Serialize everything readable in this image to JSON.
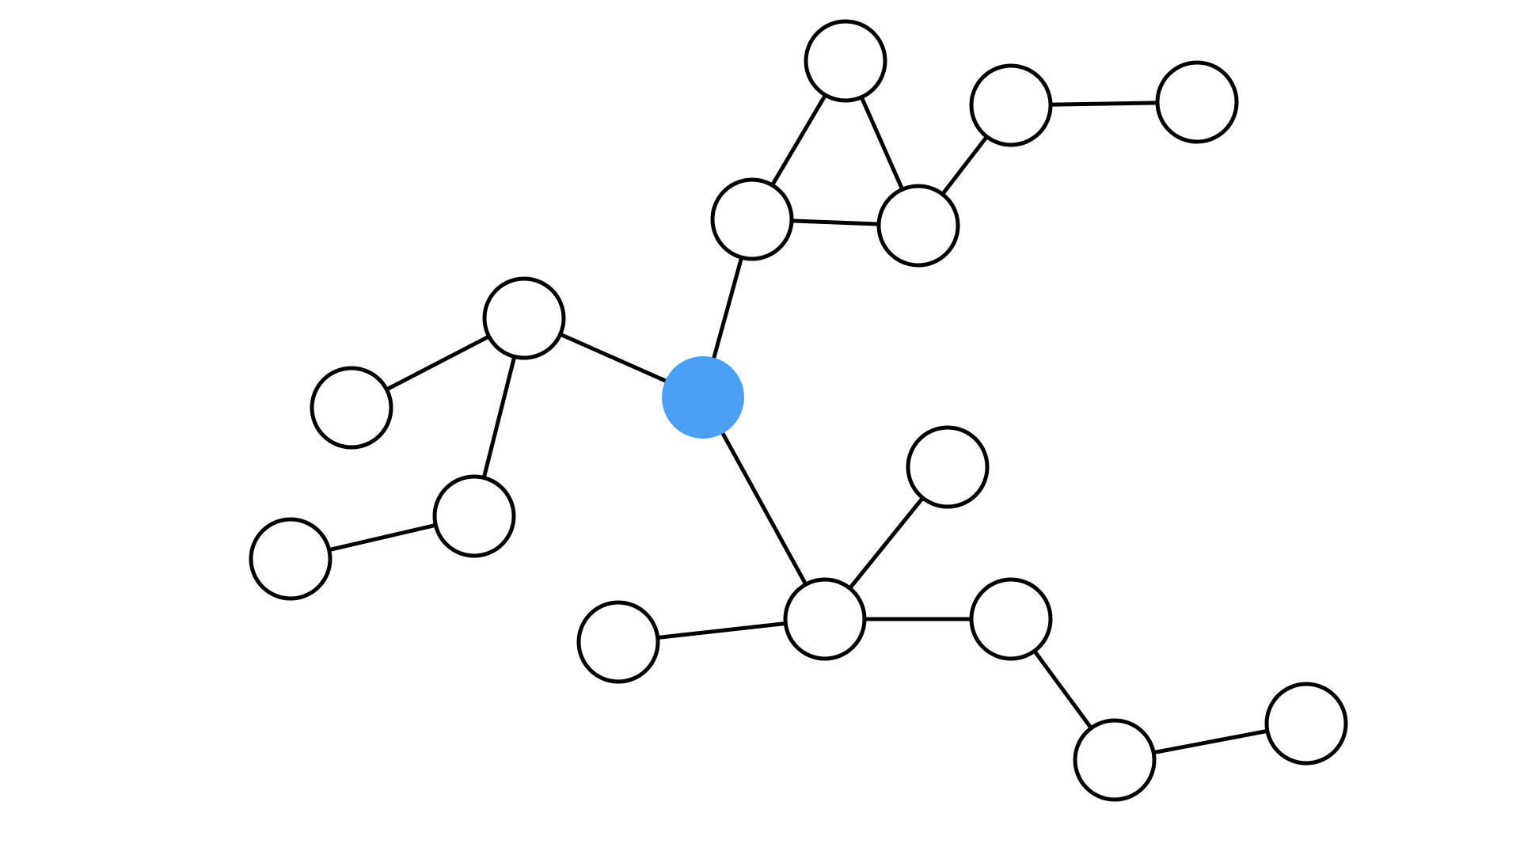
{
  "diagram": {
    "type": "graph",
    "colors": {
      "background": "#ffffff",
      "stroke": "#000000",
      "node_fill": "#ffffff",
      "highlight_fill": "#4aa0f5"
    },
    "nodes": [
      {
        "id": "n1",
        "highlighted": true
      },
      {
        "id": "n2",
        "highlighted": false
      },
      {
        "id": "n3",
        "highlighted": false
      },
      {
        "id": "n4",
        "highlighted": false
      },
      {
        "id": "n5",
        "highlighted": false
      },
      {
        "id": "n6",
        "highlighted": false
      },
      {
        "id": "n7",
        "highlighted": false
      },
      {
        "id": "n8",
        "highlighted": false
      },
      {
        "id": "n9",
        "highlighted": false
      },
      {
        "id": "n10",
        "highlighted": false
      },
      {
        "id": "n11",
        "highlighted": false
      },
      {
        "id": "n12",
        "highlighted": false
      },
      {
        "id": "n13",
        "highlighted": false
      },
      {
        "id": "n14",
        "highlighted": false
      },
      {
        "id": "n15",
        "highlighted": false
      },
      {
        "id": "n16",
        "highlighted": false
      },
      {
        "id": "n17",
        "highlighted": false
      }
    ],
    "edges": [
      [
        "n1",
        "n2"
      ],
      [
        "n1",
        "n7"
      ],
      [
        "n1",
        "n11"
      ],
      [
        "n2",
        "n3"
      ],
      [
        "n2",
        "n4"
      ],
      [
        "n3",
        "n4"
      ],
      [
        "n4",
        "n5"
      ],
      [
        "n5",
        "n6"
      ],
      [
        "n7",
        "n8"
      ],
      [
        "n7",
        "n9"
      ],
      [
        "n9",
        "n10"
      ],
      [
        "n11",
        "n12"
      ],
      [
        "n11",
        "n13"
      ],
      [
        "n11",
        "n14"
      ],
      [
        "n14",
        "n15"
      ],
      [
        "n15",
        "n16"
      ]
    ]
  }
}
